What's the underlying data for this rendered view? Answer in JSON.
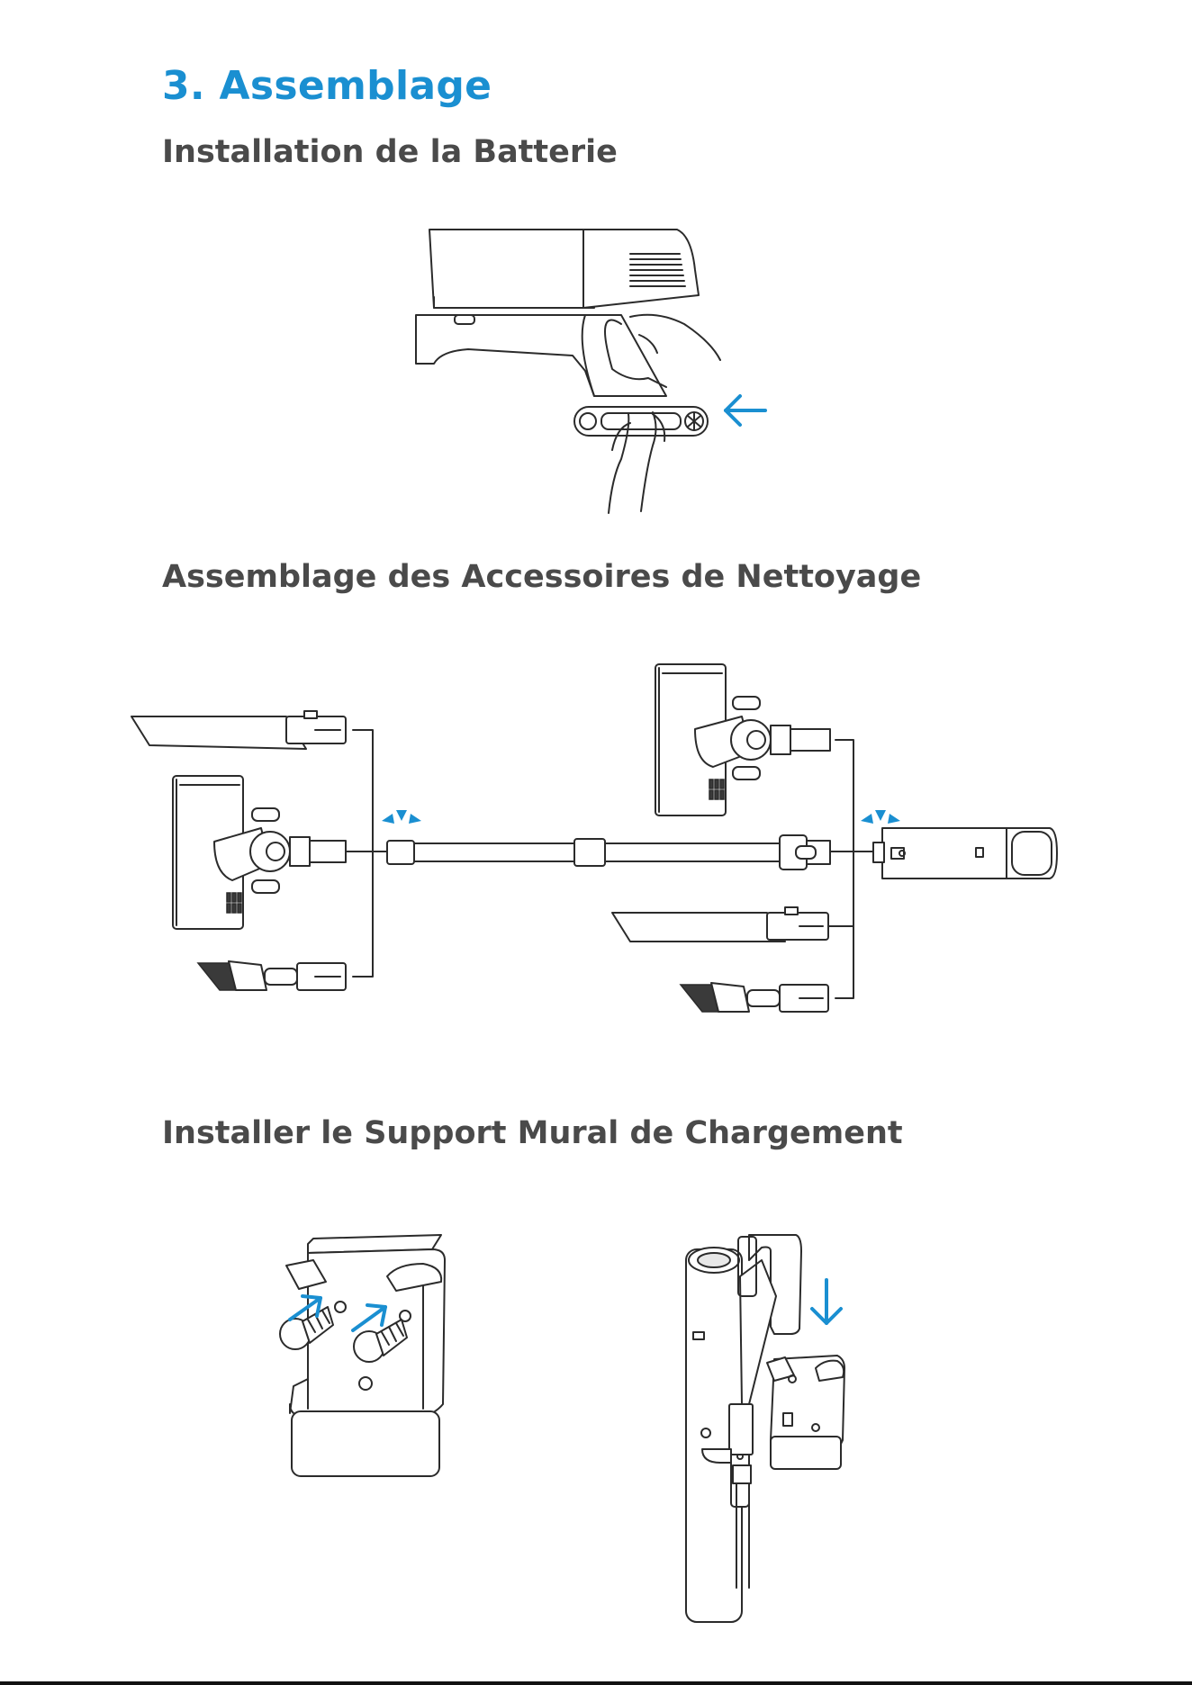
{
  "document": {
    "title": "3. Assemblage",
    "sections": [
      {
        "heading": "Installation de la Batterie"
      },
      {
        "heading": "Assemblage des Accessoires de Nettoyage"
      },
      {
        "heading": "Installer le Support Mural de Chargement"
      }
    ]
  },
  "colors": {
    "accent": "#1a8fd1",
    "heading": "#4a4a4a",
    "line": "#2b2b2b"
  },
  "illustrations": {
    "battery": [
      "vacuum-handle-icon",
      "battery-icon",
      "hand-icon",
      "arrow-left-icon"
    ],
    "accessories": [
      "crevice-tool-icon",
      "floor-brush-icon",
      "dusting-brush-icon",
      "extension-tube-icon",
      "motor-unit-icon",
      "click-icon"
    ],
    "wall_mount": [
      "wall-bracket-icon",
      "screw-icon",
      "arrow-down-icon"
    ]
  }
}
